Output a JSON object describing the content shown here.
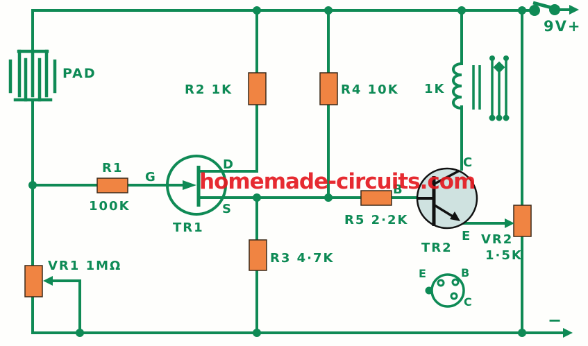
{
  "watermark": "homemade-circuits.com",
  "power": {
    "positive": "9V+",
    "negative": "−"
  },
  "colors": {
    "wire_green": "#0f8a55",
    "label_green": "#0d8a55",
    "resistor_orange": "#f08442",
    "watermark_red": "#e41a20",
    "transistor_fill": "#cfe2e0",
    "background": "#fefefc"
  },
  "components": {
    "pad": {
      "label": "PAD"
    },
    "r1": {
      "name": "R1",
      "value": "100K"
    },
    "r2": {
      "label": "R2 1K"
    },
    "r3": {
      "label": "R3 4·7K"
    },
    "r4": {
      "label": "R4 10K"
    },
    "r5": {
      "label": "R5 2·2K"
    },
    "vr1": {
      "label": "VR1 1MΩ"
    },
    "vr2": {
      "name": "VR2",
      "value": "1·5K"
    },
    "relay_coil": {
      "value": "1K"
    },
    "tr1": {
      "label": "TR1",
      "pins": {
        "gate": "G",
        "drain": "D",
        "source": "S"
      }
    },
    "tr2": {
      "label": "TR2",
      "pins": {
        "base": "B",
        "collector": "C",
        "emitter": "E"
      }
    },
    "tr2_pinout": {
      "e": "E",
      "b": "B",
      "c": "C"
    }
  }
}
